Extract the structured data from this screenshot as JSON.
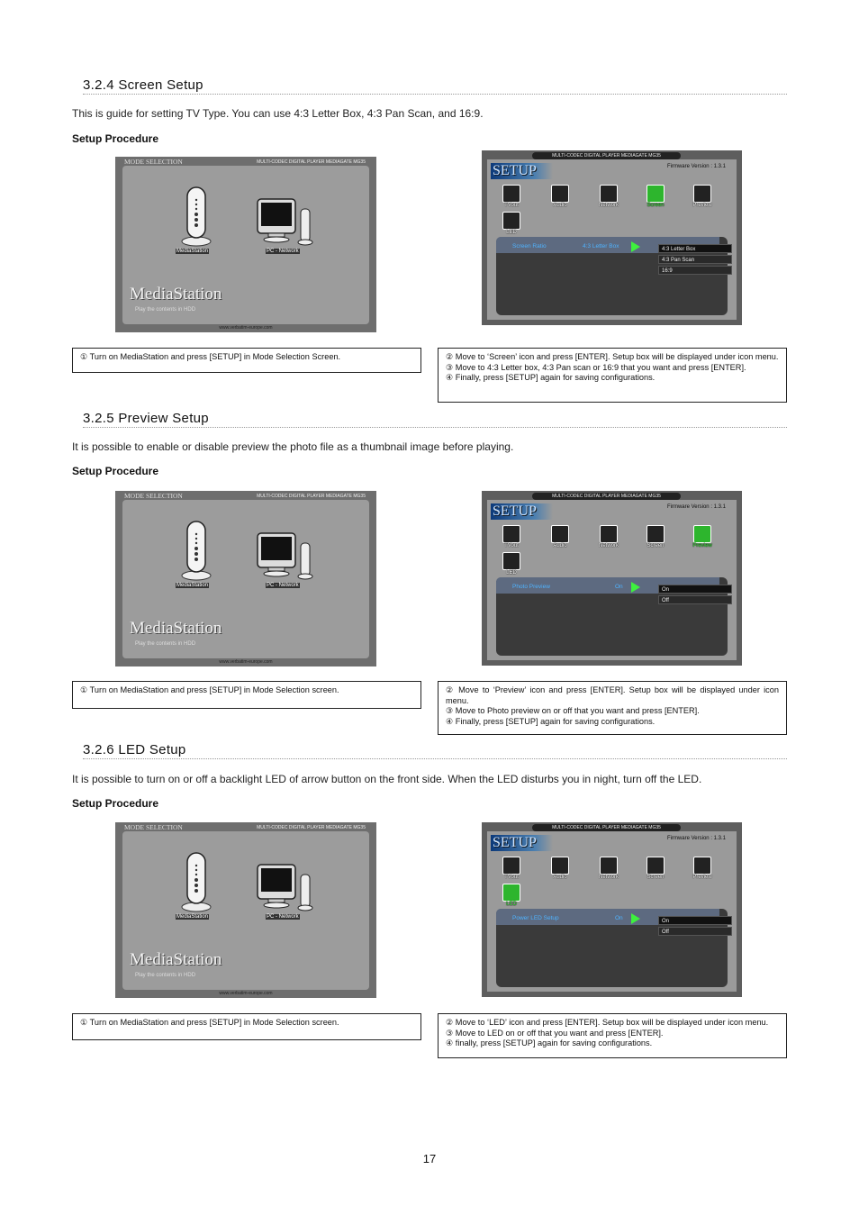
{
  "sections": [
    {
      "title": "3.2.4 Screen Setup",
      "intro": "This is guide for setting TV Type. You can use 4:3 Letter Box, 4:3 Pan Scan, and 16:9.",
      "procedure": "Setup Procedure",
      "caption_left": [
        "① Turn on MediaStation and press [SETUP] in Mode Selection Screen."
      ],
      "caption_right": [
        "② Move to ‘Screen’ icon and press [ENTER]. Setup box will be displayed under icon menu.",
        "③ Move to 4:3 Letter box, 4:3 Pan scan or 16:9 that you want and press [ENTER].",
        "④ Finally, press [SETUP] again for saving configurations."
      ],
      "setup_screen": {
        "selected_icon": "Screen",
        "show_firmware": true,
        "setting_label": "Screen Ratio",
        "setting_value": "4:3 Letter Box",
        "options": [
          "4:3 Letter Box",
          "4:3 Pan Scan",
          "16:9"
        ]
      }
    },
    {
      "title": "3.2.5 Preview  Setup",
      "intro": "It is possible to enable or disable preview the photo file as a thumbnail image before playing.",
      "procedure": "Setup Procedure",
      "caption_left": [
        "① Turn on MediaStation and press [SETUP] in Mode Selection screen."
      ],
      "caption_right": [
        "② Move to ‘Preview’ icon and press [ENTER]. Setup box will be displayed under icon menu.",
        "③ Move to Photo preview on or off that you want and press [ENTER].",
        "④ Finally, press [SETUP] again for saving configurations."
      ],
      "setup_screen": {
        "selected_icon": "Preview",
        "show_firmware": true,
        "setting_label": "Photo Preview",
        "setting_value": "On",
        "options": [
          "On",
          "Off"
        ]
      }
    },
    {
      "title": "3.2.6 LED Setup",
      "intro": "It is possible to turn on or off a backlight LED of arrow button on the front side. When the LED disturbs you in night, turn off the LED.",
      "procedure": "Setup Procedure",
      "caption_left": [
        "① Turn on MediaStation and press [SETUP] in Mode Selection screen."
      ],
      "caption_right": [
        "② Move to ‘LED’ icon and press [ENTER]. Setup box will be displayed under icon menu.",
        "③ Move to LED on or off that you want and press [ENTER].",
        "④ finally, press [SETUP] again for saving configurations."
      ],
      "setup_screen": {
        "selected_icon": "LED",
        "show_firmware": true,
        "setting_label": "Power LED Setup",
        "setting_value": "On",
        "options": [
          "On",
          "Off"
        ]
      }
    }
  ],
  "mode_screen": {
    "header_left": "MODE SELECTION",
    "header_right": "MULTI-CODEC DIGITAL PLAYER MEDIAGATE MG35",
    "option_1": "MediaStation",
    "option_2": "PC - Network",
    "logo": "MediaStation",
    "subtitle": "Play the contents in HDD",
    "url": "www.verbatim-europe.com"
  },
  "setup_common": {
    "top_bar": "MULTI-CODEC DIGITAL PLAYER MEDIAGATE MG35",
    "title": "SETUP",
    "firmware": "Firmware Version : 1.3.1",
    "icons": [
      "TVout",
      "Audio",
      "Network",
      "Screen",
      "Preview",
      "LED"
    ]
  },
  "page_number": "17"
}
